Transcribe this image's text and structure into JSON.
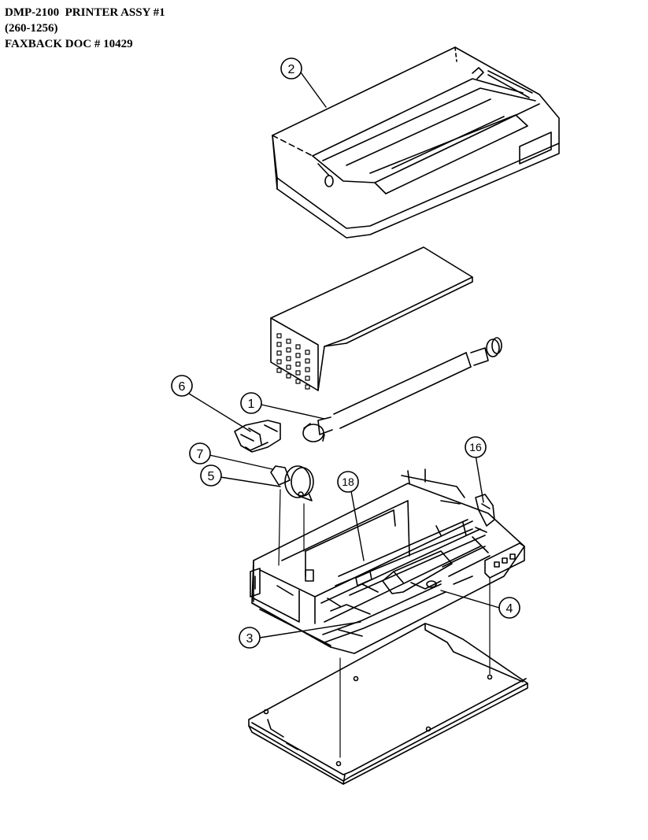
{
  "header": {
    "line1": "DMP-2100  PRINTER ASSY #1",
    "line2": "(260-1256)",
    "line3": "FAXBACK DOC # 10429"
  },
  "callouts": {
    "c1": "1",
    "c2": "2",
    "c3": "3",
    "c4": "4",
    "c5": "5",
    "c6": "6",
    "c7": "7",
    "c16": "16",
    "c18": "18"
  },
  "colors": {
    "ink": "#000000",
    "paper": "#ffffff"
  }
}
